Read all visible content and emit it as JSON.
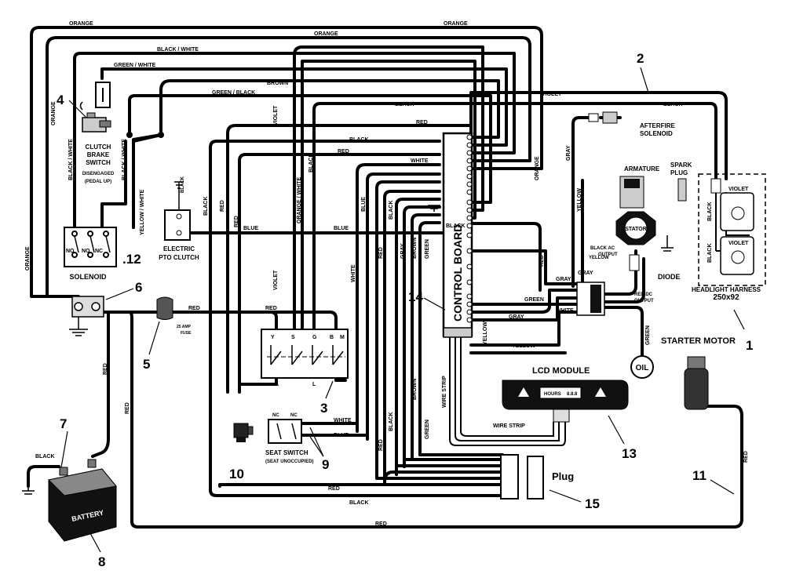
{
  "wire_labels": {
    "orange_top_left": "ORANGE",
    "orange_top_right": "ORANGE",
    "orange_top_mid": "ORANGE",
    "orange_left": "ORANGE",
    "orange_left2": "ORANGE",
    "orange_right": "ORANGE",
    "orange_white": "ORANGE / WHITE",
    "black_white_top": "BLACK / WHITE",
    "black_white_left": "BLACK / WHITE",
    "black_white_mid": "BLACK / WHITE",
    "green_white": "GREEN / WHITE",
    "green_black": "GREEN / BLACK",
    "brown_top": "BROWN",
    "brown_mid": "BROWN",
    "brown_low": "BROWN",
    "violet_top": "VIOLET",
    "violet_mid": "VIOLET",
    "violet_low": "VIOLET",
    "black_top": "BLACK",
    "black_right": "BLACK",
    "black_mid1": "BLACK",
    "black_mid2": "BLACK",
    "black_mid3": "BLACK",
    "black_cb": "BLACK",
    "black_low1": "BLACK",
    "black_low2": "BLACK",
    "black_bottom": "BLACK",
    "black_battery": "BLACK",
    "black_pto": "BLACK",
    "red_mid1": "RED",
    "red_mid2": "RED",
    "red_left1": "RED",
    "red_left2": "RED",
    "red_fuse": "RED",
    "red_sw": "RED",
    "red_battery": "RED",
    "red_bottom": "RED",
    "red_bot2": "RED",
    "red_low": "RED",
    "red_right": "RED",
    "red_starter": "RED",
    "red_left3": "RED",
    "red_mid3": "RED",
    "white_top": "WHITE",
    "white_mid": "WHITE",
    "white_seat": "WHITE",
    "white_right": "WHITE",
    "blue1": "BLUE",
    "blue2": "BLUE",
    "blue_seat": "BLUE",
    "blue_v": "BLUE",
    "gray1": "GRAY",
    "gray2": "GRAY",
    "gray3": "GRAY",
    "gray_v": "GRAY",
    "gray_v2": "GRAY",
    "green1": "GREEN",
    "green2": "GREEN",
    "green3": "GREEN",
    "green_oil": "GREEN",
    "yellow1": "YELLOW",
    "yellow2": "YELLOW",
    "yellow_v": "YELLOW",
    "yellow_ac": "YELLOW",
    "yellow_white": "YELLOW / WHITE",
    "wire_strip_v": "WIRE STRIP",
    "wire_strip_h": "WIRE STRIP",
    "violet_hl": "VIOLET",
    "violet_hl2": "VIOLET",
    "black_hl": "BLACK",
    "black_hl2": "BLACK"
  },
  "components": {
    "clutch_brake_switch": [
      "CLUTCH",
      "BRAKE",
      "SWITCH"
    ],
    "disengaged": "DISENGAGED",
    "pedal_up": "(PEDAL UP)",
    "solenoid": "SOLENOID",
    "electric_pto": [
      "ELECTRIC",
      "PTO CLUTCH"
    ],
    "fuse": [
      "25 AMP",
      "FUSE"
    ],
    "seat_switch": "SEAT SWITCH",
    "seat_unoccupied": "(SEAT UNOCCUPIED)",
    "control_board": "CONTROL BOARD",
    "lcd_module": "LCD MODULE",
    "lcd_screen": "HOURS",
    "lcd_value": "8.8.8",
    "battery": "BATTERY",
    "plug": "Plug",
    "starter_motor": "STARTER MOTOR",
    "armature": "ARMATURE",
    "spark_plug": [
      "SPARK",
      "PLUG"
    ],
    "afterfire_solenoid": [
      "AFTERFIRE",
      "SOLENOID"
    ],
    "stator": "STATOR",
    "black_ac_output": [
      "BLACK AC",
      "OUTPUT"
    ],
    "diode": "DIODE",
    "red_dc_output": [
      "RED DC",
      "OUTPUT"
    ],
    "oil": "OIL",
    "headlight_harness": [
      "HEADLIGHT HARNESS",
      "250x92"
    ],
    "ignition_terminals": [
      "Y",
      "S",
      "G",
      "B",
      "M"
    ],
    "ignition_bottom": [
      "A",
      "L"
    ],
    "solenoid_terminals": [
      "NO",
      "NO",
      "NC",
      "NC"
    ],
    "seat_terminals": [
      "NC",
      "NC"
    ]
  },
  "callouts": [
    "1",
    "2",
    "3",
    "4",
    "5",
    "6",
    "7",
    "8",
    "9",
    "10",
    "11",
    "12",
    "13",
    "14",
    "15"
  ],
  "callout_12_prefix": "."
}
